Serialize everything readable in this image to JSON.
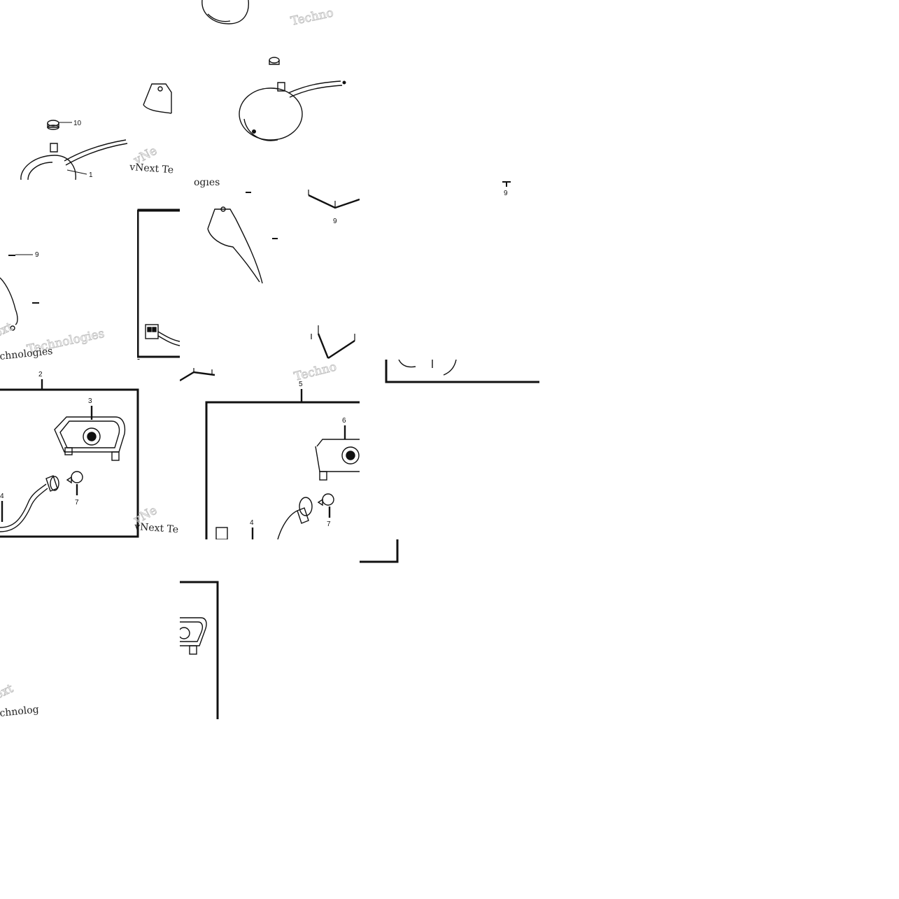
{
  "watermark": {
    "brand": "vNext",
    "brand_full": "vNext Technologies",
    "technologies": "Technologies",
    "techno": "Techno",
    "vnext_te": "vNext Te",
    "vne": "vNe",
    "next": "ext",
    "chnologies": "chnologies",
    "chnolog": "chnolog",
    "ogies": "ogies"
  },
  "callouts": {
    "headlamp": "1",
    "lh_assembly": "2",
    "lh_housing": "3",
    "socket_wire": "4",
    "rh_assembly": "5",
    "rh_housing": "6",
    "bulb": "7",
    "screw": "9",
    "nut": "10"
  },
  "colors": {
    "ink": "#111111",
    "watermark": "#c4c4c4",
    "paper": "#ffffff"
  }
}
